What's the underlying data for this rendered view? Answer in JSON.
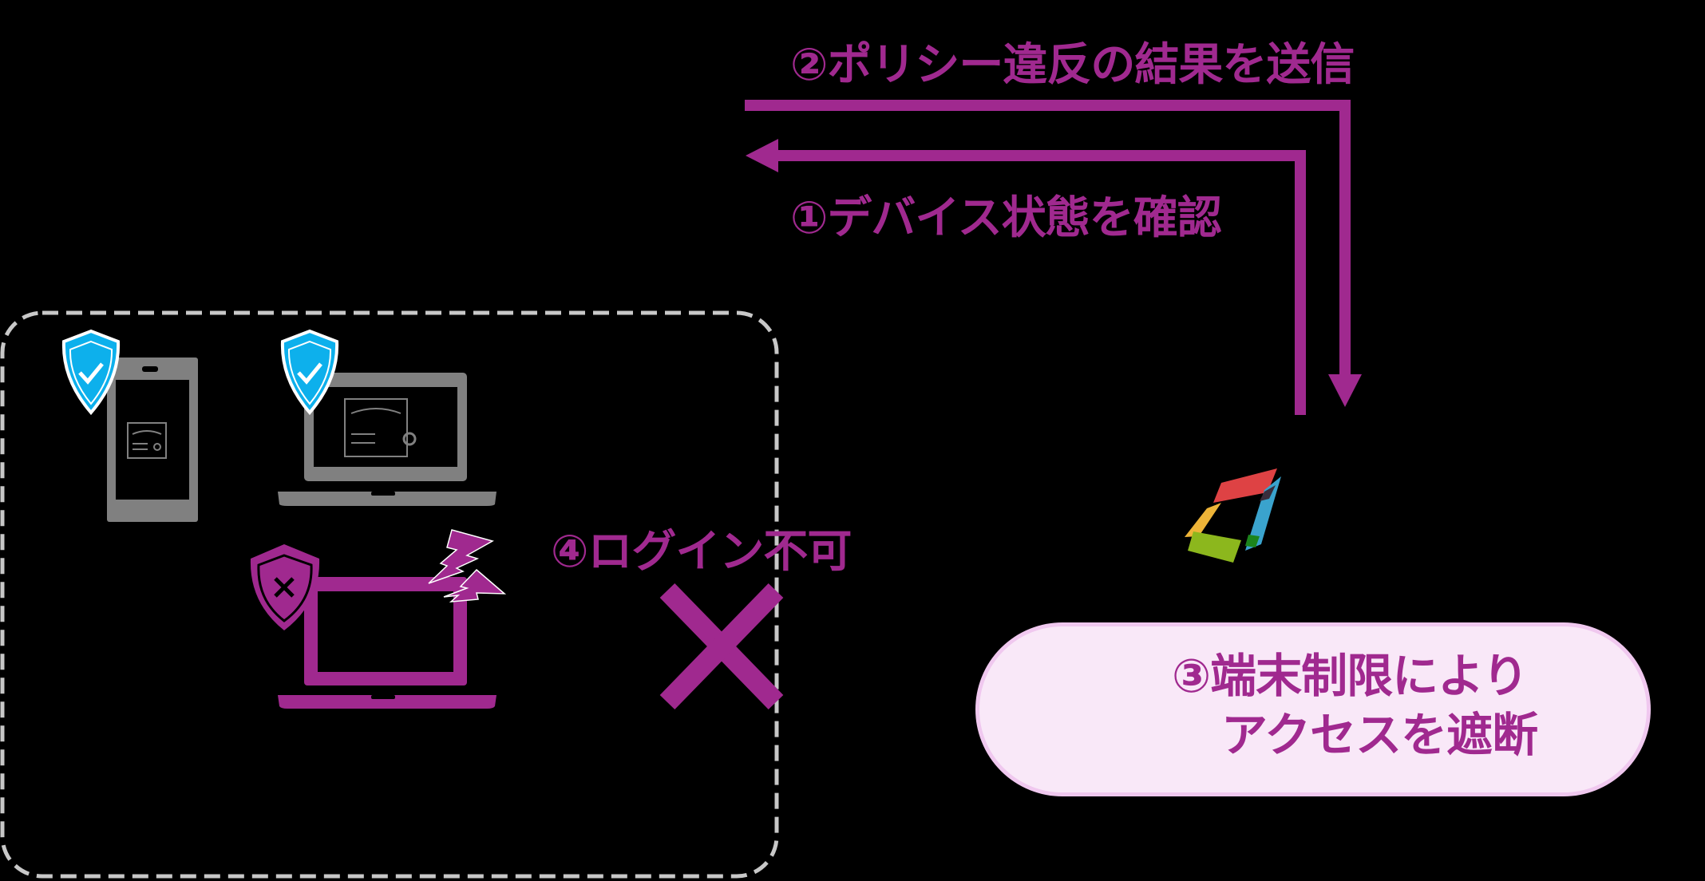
{
  "diagram": {
    "steps": [
      {
        "id": 1,
        "label": "①デバイス状態を確認"
      },
      {
        "id": 2,
        "label": "②ポリシー違反の結果を送信"
      },
      {
        "id": 3,
        "label_line1": "③端末制限により",
        "label_line2": "アクセスを遮断"
      },
      {
        "id": 4,
        "label": "④ログイン不可"
      }
    ],
    "devices": [
      {
        "type": "smartphone",
        "status": "compliant",
        "badge": "shield-check"
      },
      {
        "type": "laptop",
        "status": "compliant",
        "badge": "shield-check"
      },
      {
        "type": "laptop",
        "status": "non-compliant",
        "badge": "shield-x"
      }
    ],
    "colors": {
      "background": "#000000",
      "accent": "#a0298f",
      "device_gray": "#808080",
      "shield_blue": "#0db0ec",
      "dashed_border": "#c8c8c8",
      "pill_bg": "#f9e8f8",
      "pill_border": "#f0c8ef"
    }
  }
}
